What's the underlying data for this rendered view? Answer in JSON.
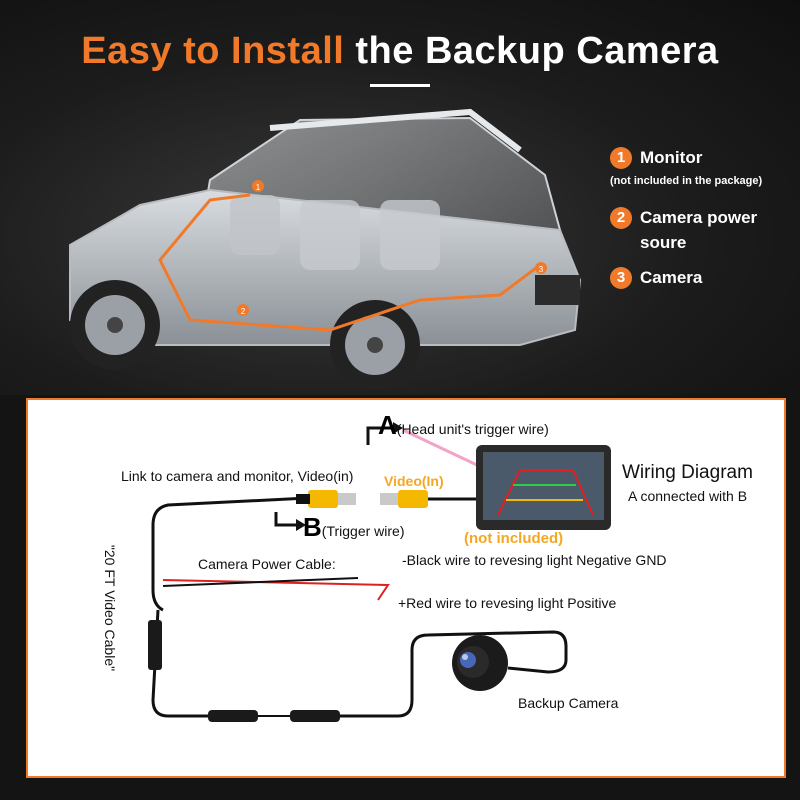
{
  "title": {
    "part1": "Easy to Install",
    "part2": "the Backup Camera"
  },
  "legend": [
    {
      "num": "1",
      "label": "Monitor",
      "note": "(not included in the package)"
    },
    {
      "num": "2",
      "label": "Camera power",
      "label_line2": "soure"
    },
    {
      "num": "3",
      "label": "Camera"
    }
  ],
  "car_markers": [
    "1",
    "2",
    "3"
  ],
  "diagram": {
    "a_letter": "A",
    "a_label": "(Head unit's trigger wire)",
    "b_letter": "B",
    "b_label": "(Trigger wire)",
    "link_label": "Link to camera and monitor, Video(in)",
    "video_in": "Video(In)",
    "not_included": "(not included)",
    "wiring_title": "Wiring Diagram",
    "wiring_sub": "A connected with B",
    "power_cable": "Camera Power Cable:",
    "black_wire": "-Black wire to revesing light Negative GND",
    "red_wire": "+Red wire to revesing light Positive",
    "video_cable": "\"20 FT Video Cable\"",
    "backup_camera": "Backup Camera"
  },
  "colors": {
    "accent": "#f07a2a",
    "video_yellow": "#f5a623",
    "red_wire": "#e02020"
  }
}
